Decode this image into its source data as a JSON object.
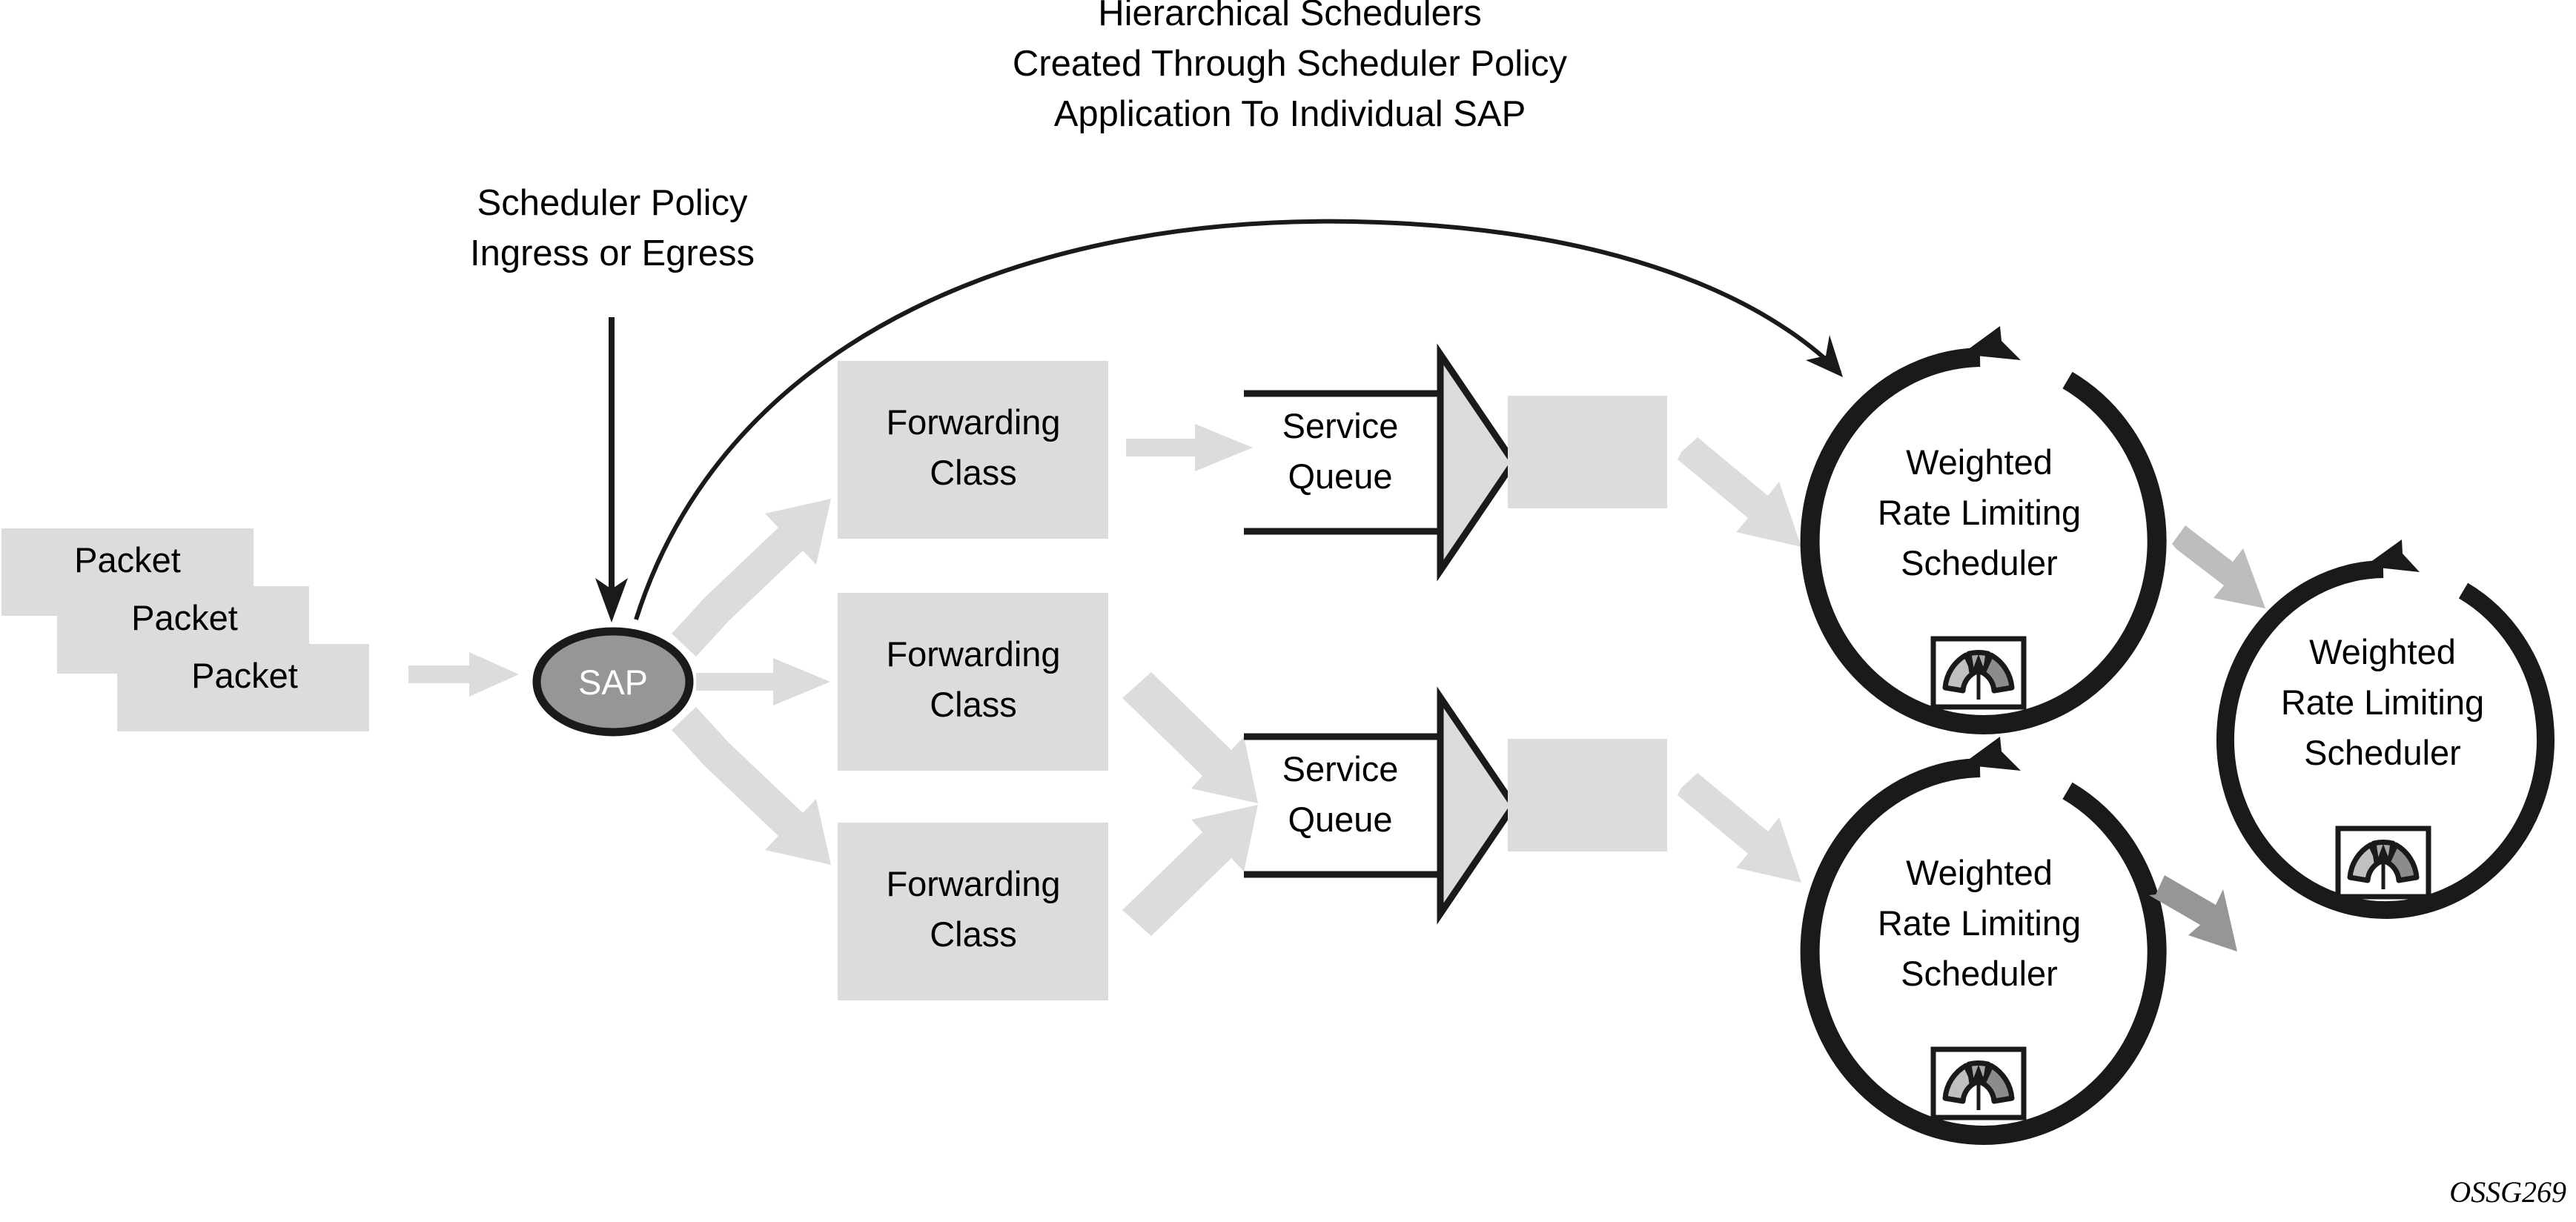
{
  "diagram": {
    "title": "Hierarchical Schedulers Created Through Scheduler Policy Application To Individual SAP",
    "credit": "OSSG269",
    "annotations": {
      "hierarchical": {
        "line1": "Hierarchical Schedulers",
        "line2": "Created Through Scheduler Policy",
        "line3": "Application To Individual SAP"
      },
      "scheduler_policy": {
        "line1": "Scheduler Policy",
        "line2": "Ingress or Egress"
      }
    },
    "packets": [
      {
        "label": "Packet"
      },
      {
        "label": "Packet"
      },
      {
        "label": "Packet"
      }
    ],
    "sap": {
      "label": "SAP"
    },
    "forwarding_classes": [
      {
        "line1": "Forwarding",
        "line2": "Class"
      },
      {
        "line1": "Forwarding",
        "line2": "Class"
      },
      {
        "line1": "Forwarding",
        "line2": "Class"
      }
    ],
    "service_queues": [
      {
        "line1": "Service",
        "line2": "Queue"
      },
      {
        "line1": "Service",
        "line2": "Queue"
      }
    ],
    "schedulers": [
      {
        "line1": "Weighted",
        "line2": "Rate Limiting",
        "line3": "Scheduler",
        "icon": "gauge-icon"
      },
      {
        "line1": "Weighted",
        "line2": "Rate Limiting",
        "line3": "Scheduler",
        "icon": "gauge-icon"
      },
      {
        "line1": "Weighted",
        "line2": "Rate Limiting",
        "line3": "Scheduler",
        "icon": "gauge-icon"
      }
    ],
    "colors": {
      "ink": "#1a1a1a",
      "box_fill": "#dcdcdc",
      "sap_fill": "#969696",
      "arrow_light": "#dcdcdc",
      "arrow_mid": "#bdbdbd",
      "arrow_dark": "#969696",
      "gauge_light": "#c0c0c0",
      "gauge_mid": "#a8a8a8",
      "gauge_dark": "#8c8c8c",
      "background": "#ffffff"
    }
  }
}
